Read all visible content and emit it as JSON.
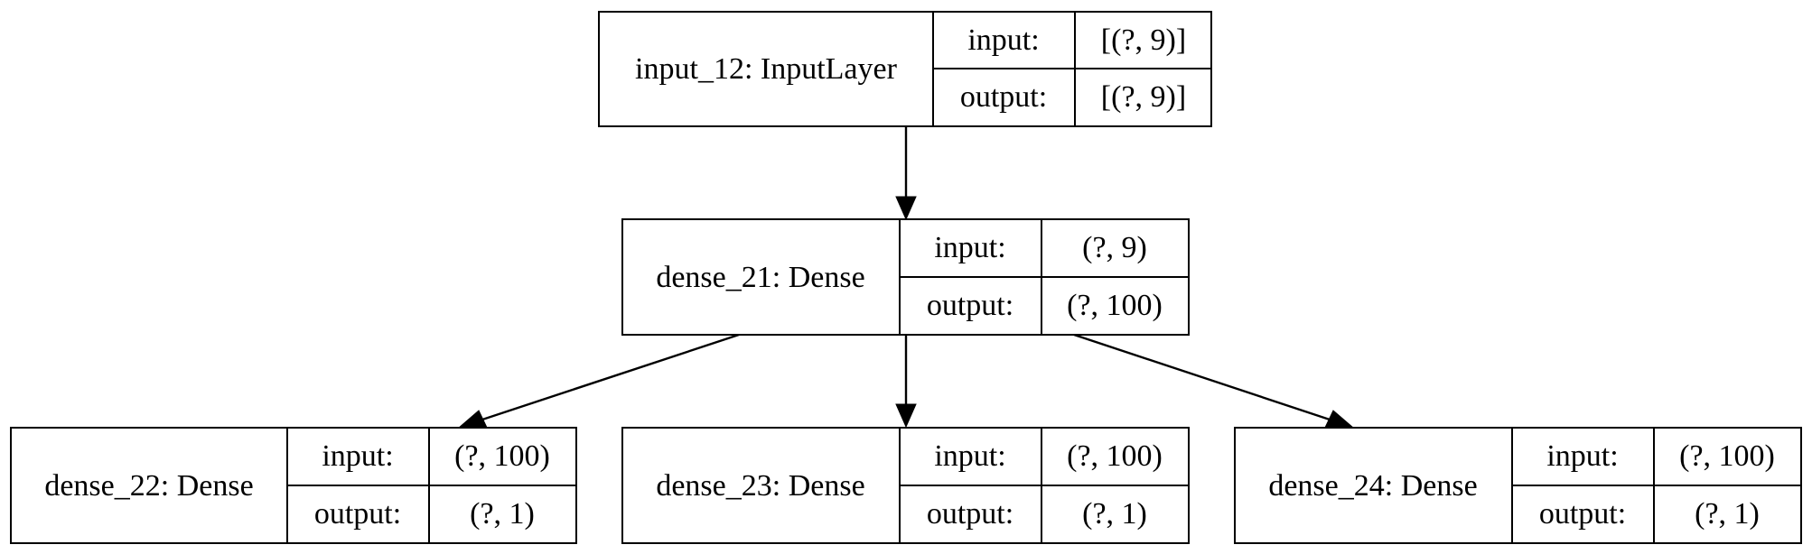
{
  "nodes": [
    {
      "id": "input_12",
      "label": "input_12: InputLayer",
      "input_label": "input:",
      "input_value": "[(?, 9)]",
      "output_label": "output:",
      "output_value": "[(?, 9)]"
    },
    {
      "id": "dense_21",
      "label": "dense_21: Dense",
      "input_label": "input:",
      "input_value": "(?, 9)",
      "output_label": "output:",
      "output_value": "(?, 100)"
    },
    {
      "id": "dense_22",
      "label": "dense_22: Dense",
      "input_label": "input:",
      "input_value": "(?, 100)",
      "output_label": "output:",
      "output_value": "(?, 1)"
    },
    {
      "id": "dense_23",
      "label": "dense_23: Dense",
      "input_label": "input:",
      "input_value": "(?, 100)",
      "output_label": "output:",
      "output_value": "(?, 1)"
    },
    {
      "id": "dense_24",
      "label": "dense_24: Dense",
      "input_label": "input:",
      "input_value": "(?, 100)",
      "output_label": "output:",
      "output_value": "(?, 1)"
    }
  ],
  "edges": [
    {
      "from": "input_12",
      "to": "dense_21"
    },
    {
      "from": "dense_21",
      "to": "dense_22"
    },
    {
      "from": "dense_21",
      "to": "dense_23"
    },
    {
      "from": "dense_21",
      "to": "dense_24"
    }
  ],
  "colors": {
    "stroke": "#000000",
    "background": "#ffffff",
    "text": "#000000"
  }
}
